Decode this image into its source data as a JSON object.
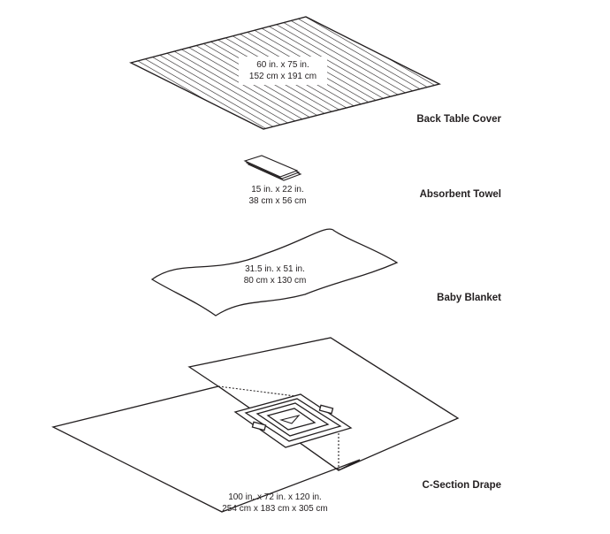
{
  "items": [
    {
      "name": "Back Table Cover",
      "dim_imperial": "60 in. x 75 in.",
      "dim_metric": "152 cm x 191 cm"
    },
    {
      "name": "Absorbent Towel",
      "dim_imperial": "15 in. x 22 in.",
      "dim_metric": "38 cm x 56 cm"
    },
    {
      "name": "Baby Blanket",
      "dim_imperial": "31.5 in. x 51 in.",
      "dim_metric": "80 cm x 130 cm"
    },
    {
      "name": "C-Section Drape",
      "dim_imperial": "100 in. x 72 in. x 120 in.",
      "dim_metric": "254 cm x 183 cm x 305 cm"
    }
  ],
  "colors": {
    "stroke": "#231f20",
    "background": "#ffffff"
  }
}
